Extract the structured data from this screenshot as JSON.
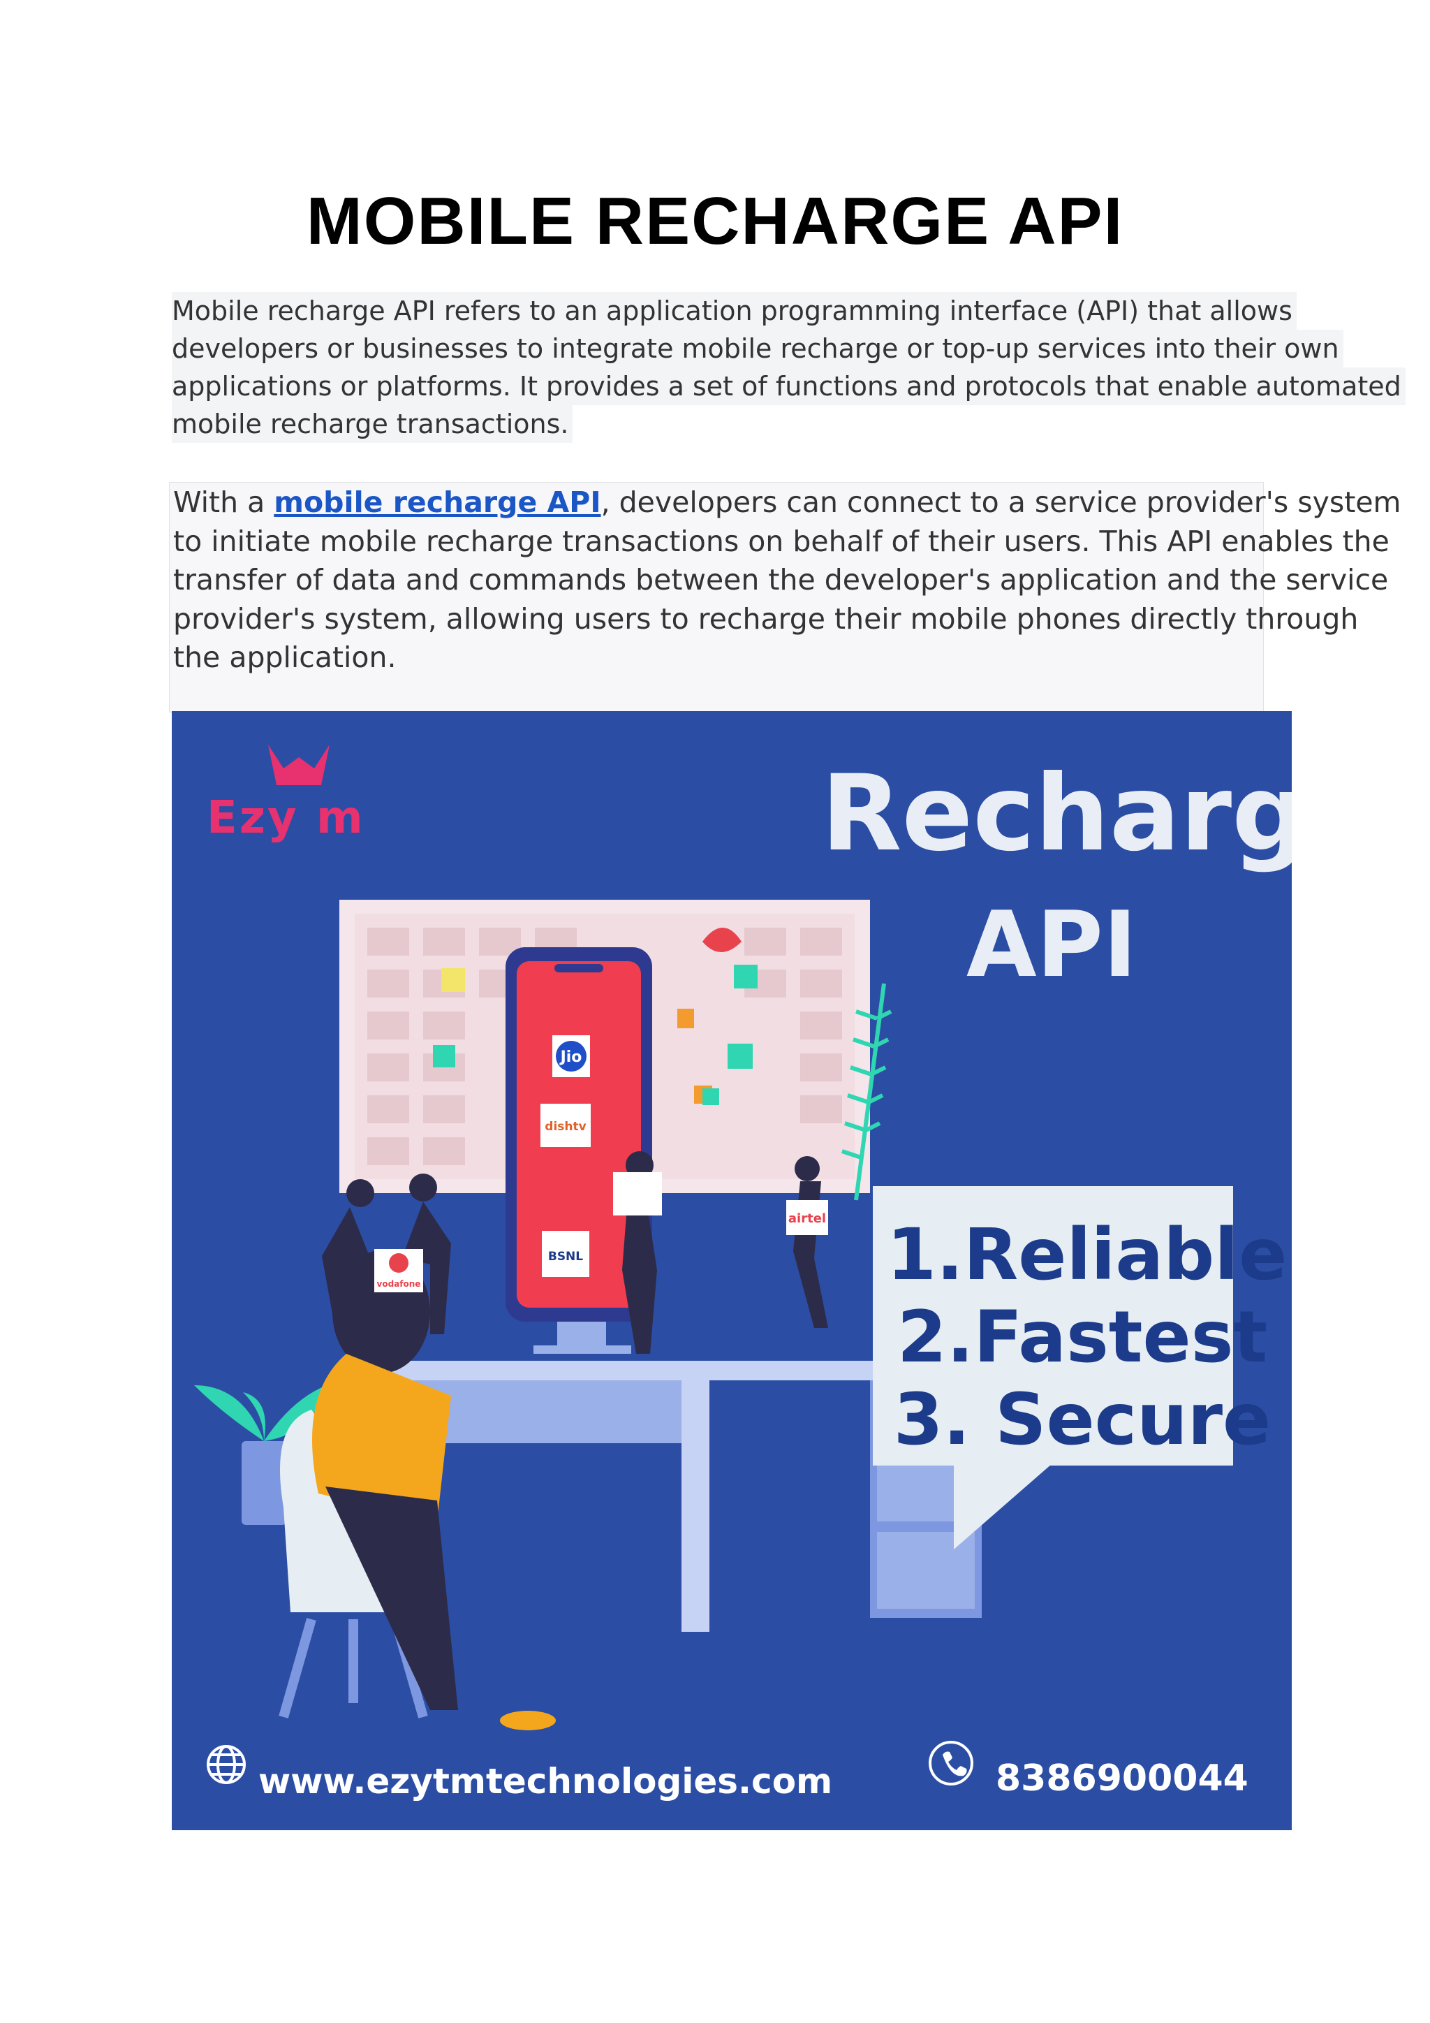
{
  "document": {
    "title": "MOBILE RECHARGE API",
    "paragraph1_lines": [
      "Mobile recharge API refers to an application programming interface (API) that allows",
      "developers or businesses to integrate mobile recharge or top-up services into their own",
      "applications or platforms. It provides a set of functions and protocols that enable automated",
      "mobile recharge transactions."
    ],
    "paragraph2": {
      "prefix": "With a ",
      "link_text": "mobile recharge API",
      "line1_suffix": ", developers can connect to a service provider's system",
      "lines": [
        "to initiate mobile recharge transactions on behalf of their users. This API enables the",
        "transfer of data and commands between the developer's application and the service",
        "provider's system, allowing users to recharge their mobile phones directly through",
        "the application."
      ]
    }
  },
  "banner": {
    "brand": "Ezy m",
    "heading_line1": "Recharge",
    "heading_line2": "API",
    "features": [
      "1.Reliable",
      "2.Fastest",
      "3. Secure"
    ],
    "website": "www.ezytmtechnologies.com",
    "phone": "8386900044",
    "operator_logos": [
      "Jio",
      "dishtv",
      "BSNL",
      "airtel",
      "vodafone"
    ],
    "icons": [
      "globe-icon",
      "phone-icon",
      "crown-icon"
    ],
    "colors": {
      "background": "#2b4ea4",
      "heading": "#e9eef6",
      "bubble": "#e7eef3",
      "bubble_text": "#1c3b8a",
      "phone_screen": "#f03d4f",
      "brand": "#e8316f"
    }
  }
}
